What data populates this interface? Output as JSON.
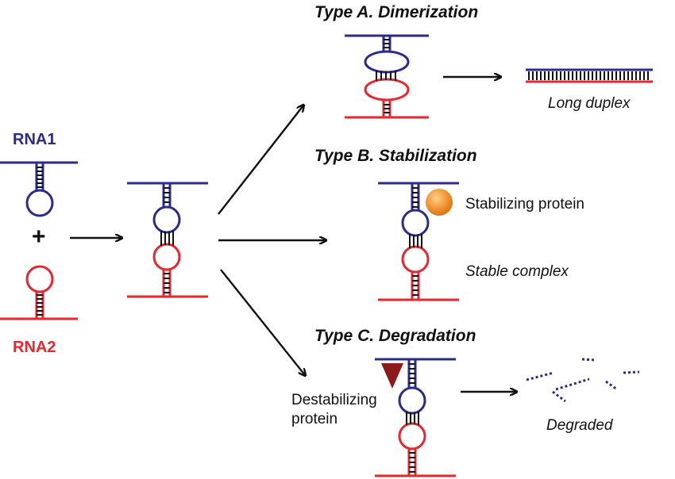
{
  "labels": {
    "rna1": "RNA1",
    "rna2": "RNA2",
    "plus": "+",
    "type_a": "Type A. Dimerization",
    "type_b": "Type B. Stabilization",
    "type_c": "Type C. Degradation",
    "long_duplex": "Long duplex",
    "stabilizing_protein": "Stabilizing protein",
    "stable_complex": "Stable complex",
    "destabilizing_line1": "Destabilizing",
    "destabilizing_line2": "protein",
    "degraded": "Degraded"
  },
  "colors": {
    "rna1": "#2b2b8f",
    "rna2": "#e8262b",
    "stabilizing_protein": "#f39a3c",
    "destabilizing_protein": "#8b1a1a",
    "arrow": "#111111"
  }
}
